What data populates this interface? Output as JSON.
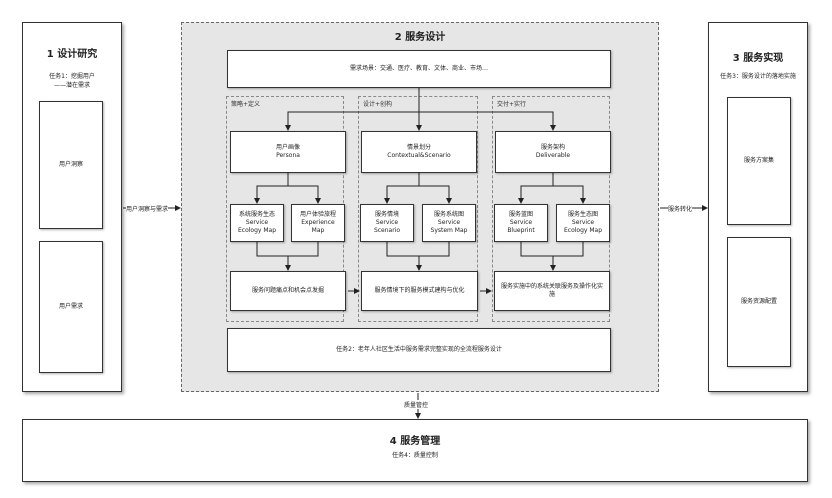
{
  "panel1": {
    "title": "1  设计研究",
    "task_line1": "任务1：挖掘用户",
    "task_line2": "——潜在需求",
    "box_top": "用户洞察",
    "box_bottom": "用户需求"
  },
  "panel2": {
    "title": "2  服务设计",
    "top_box": "需求场景：交通、医疗、教育、文体、商业、市场…",
    "regions": [
      "策略+定义",
      "设计+创构",
      "交付+实行"
    ],
    "persona": [
      "用户画像",
      "Persona"
    ],
    "contextual": [
      "情景划分",
      "Contextual&Scenario"
    ],
    "deliverable": [
      "服务架构",
      "Deliverable"
    ],
    "sub_boxes": [
      [
        "系统服务生态",
        "Service",
        "Ecology Map"
      ],
      [
        "用户体验旅程",
        "Experience",
        "Map"
      ],
      [
        "服务情境",
        "Service",
        "Scenario"
      ],
      [
        "服务系统图",
        "Service",
        "System Map"
      ],
      [
        "服务蓝图",
        "Service",
        "Blueprint"
      ],
      [
        "服务生态图",
        "Service",
        "Ecology Map"
      ]
    ],
    "bottom_row": [
      "服务问题痛点和机会点发掘",
      "服务情境下的服务模式建构与优化",
      "服务实施中的系统关联服务及操作化实施"
    ],
    "task_box": "任务2：老年人社区生活中服务需求完整实现的全流程服务设计"
  },
  "panel3": {
    "title": "3  服务实现",
    "task": "任务3：服务设计的落地实施",
    "box_top": "服务方案集",
    "box_bottom": "服务资源配置"
  },
  "panel4": {
    "title": "4  服务管理",
    "task": "任务4：质量控制"
  },
  "connectors": {
    "left": "用户洞察与需求",
    "right": "服务转化",
    "bottom": "质量管控"
  }
}
